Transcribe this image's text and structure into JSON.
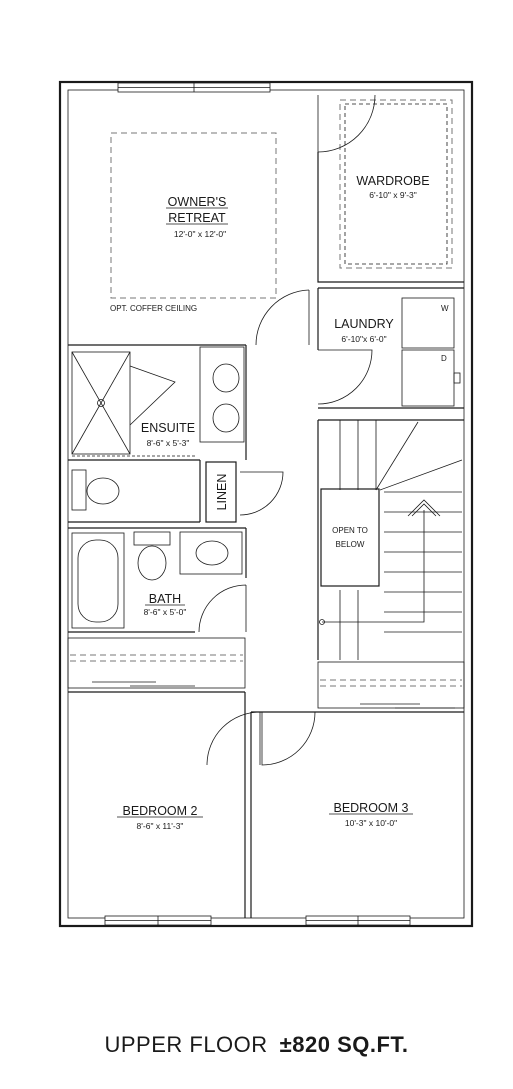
{
  "plan": {
    "rooms": {
      "owners_retreat": {
        "name_line1": "OWNER'S",
        "name_line2": "RETREAT",
        "dims": "12'-0\" x 12'-0\"",
        "note": "OPT. COFFER CEILING"
      },
      "wardrobe": {
        "name": "WARDROBE",
        "dims": "6'-10\" x 9'-3\""
      },
      "laundry": {
        "name": "LAUNDRY",
        "dims": "6'-10\"x 6'-0\"",
        "washer_label": "W",
        "dryer_label": "D"
      },
      "ensuite": {
        "name": "ENSUITE",
        "dims": "8'-6\" x 5'-3\""
      },
      "linen": {
        "name": "LINEN"
      },
      "open_to_below": {
        "line1": "OPEN TO",
        "line2": "BELOW"
      },
      "bath": {
        "name": "BATH",
        "dims": "8'-6\" x 5'-0\""
      },
      "bedroom2": {
        "name": "BEDROOM 2",
        "dims": "8'-6\" x 11'-3\""
      },
      "bedroom3": {
        "name": "BEDROOM 3",
        "dims": "10'-3\" x 10'-0\""
      }
    }
  },
  "footer": {
    "label": "UPPER FLOOR",
    "area": "±820 SQ.FT."
  }
}
